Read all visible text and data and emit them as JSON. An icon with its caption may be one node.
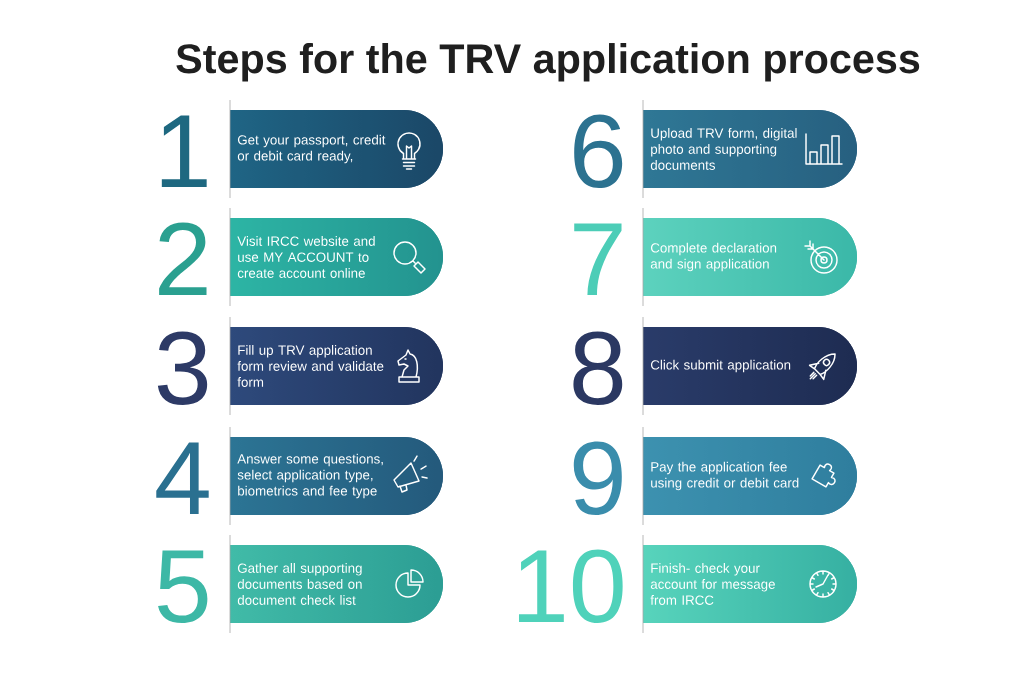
{
  "diagram": {
    "title": "Steps for the TRV application process",
    "nodes": [
      {
        "text": [
          "Get your passport, credit or debit card ready,"
        ],
        "beside": [
          "1"
        ]
      },
      {
        "text": [
          "Visit IRCC website and use MY ACCOUNT to create account online"
        ],
        "beside": [
          "2"
        ]
      },
      {
        "text": [
          "Fill up TRV application form review and validate form"
        ],
        "beside": [
          "3"
        ]
      },
      {
        "text": [
          "Answer some questions, select application type, biometrics and fee type"
        ],
        "beside": [
          "4"
        ]
      },
      {
        "text": [
          "Gather all supporting documents based on document check list"
        ],
        "beside": [
          "5"
        ]
      },
      {
        "text": [
          "Upload TRV form, digital photo and supporting documents"
        ],
        "beside": [
          "6"
        ]
      },
      {
        "text": [
          "Complete declaration and sign application"
        ],
        "beside": [
          "7"
        ]
      },
      {
        "text": [
          "Click submit application"
        ],
        "beside": [
          "8"
        ]
      },
      {
        "text": [
          "Pay the application fee using credit or debit card"
        ],
        "beside": [
          "9"
        ]
      },
      {
        "text": [
          "Finish- check your account for message from IRCC"
        ],
        "beside": [
          "10"
        ]
      }
    ]
  }
}
